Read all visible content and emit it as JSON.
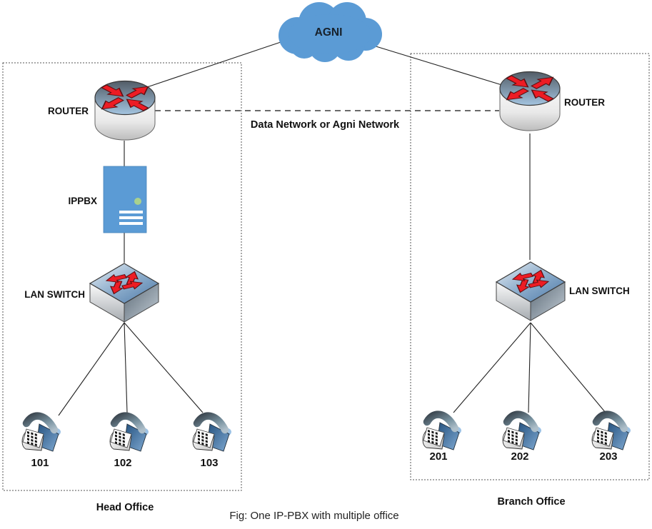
{
  "figure": {
    "caption": "Fig: One IP-PBX with multiple office"
  },
  "cloud": {
    "label": "AGNI"
  },
  "link": {
    "label": "Data Network or Agni Network"
  },
  "head_office": {
    "label": "Head Office",
    "router": "ROUTER",
    "ippbx": "IPPBX",
    "switch": "LAN SWITCH",
    "phones": [
      "101",
      "102",
      "103"
    ]
  },
  "branch_office": {
    "label": "Branch Office",
    "router": "ROUTER",
    "switch": "LAN SWITCH",
    "phones": [
      "201",
      "202",
      "203"
    ]
  },
  "colors": {
    "cloud_blue": "#5b9bd5",
    "server_blue": "#5b9bd5",
    "arrow_red": "#ed1c24",
    "status_green": "#a9d18e",
    "text": "#111111"
  }
}
